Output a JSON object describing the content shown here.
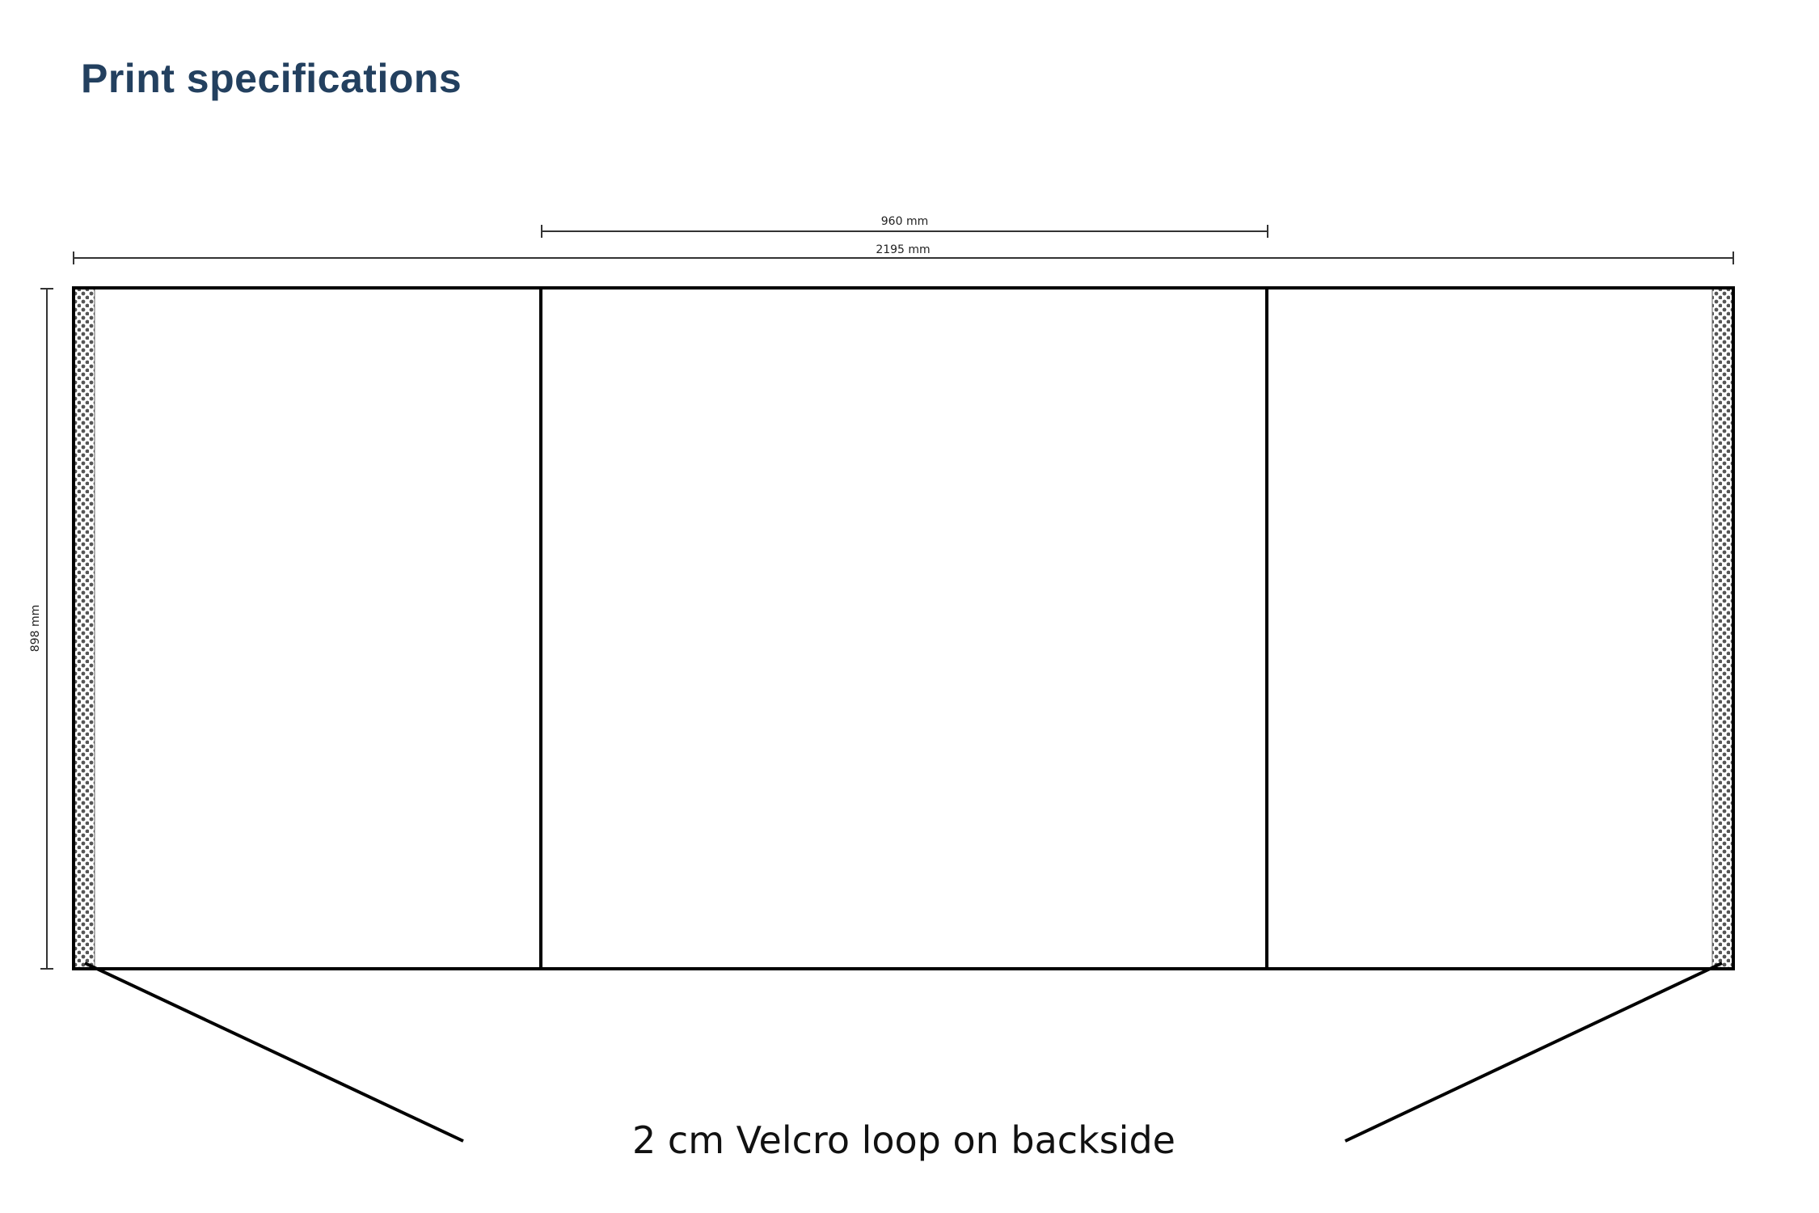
{
  "page": {
    "title": "Print specifications"
  },
  "dimensions": {
    "center_panel_width": "960 mm",
    "total_width": "2195 mm",
    "height": "898 mm"
  },
  "annotation": {
    "velcro_caption": "2 cm Velcro loop on backside"
  },
  "colors": {
    "title": "#23405f",
    "lines": "#000000",
    "velcro_dots": "#555555"
  }
}
